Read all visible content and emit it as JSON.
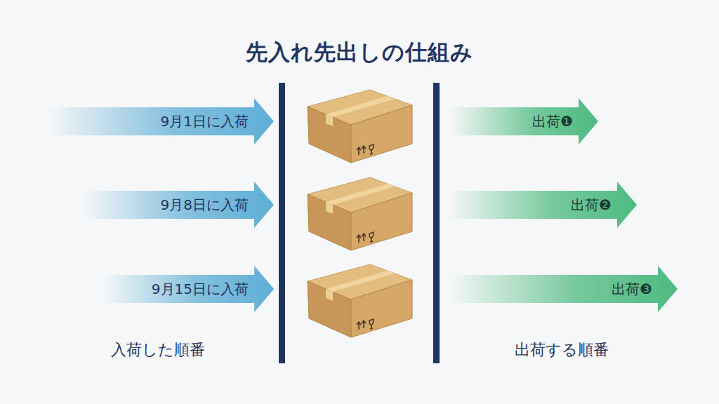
{
  "diagram": {
    "title": "先入れ先出しの仕組み",
    "nodes": [
      {
        "text": [
          "9月1日に入荷"
        ]
      },
      {
        "text": [
          "9月8日に入荷"
        ]
      },
      {
        "text": [
          "9月15日に入荷"
        ]
      },
      {
        "text": [
          "出荷❶"
        ]
      },
      {
        "text": [
          "出荷❷"
        ]
      },
      {
        "text": [
          "出荷❸"
        ]
      }
    ],
    "labels": [
      "入荷した順番",
      "出荷する順番"
    ]
  }
}
